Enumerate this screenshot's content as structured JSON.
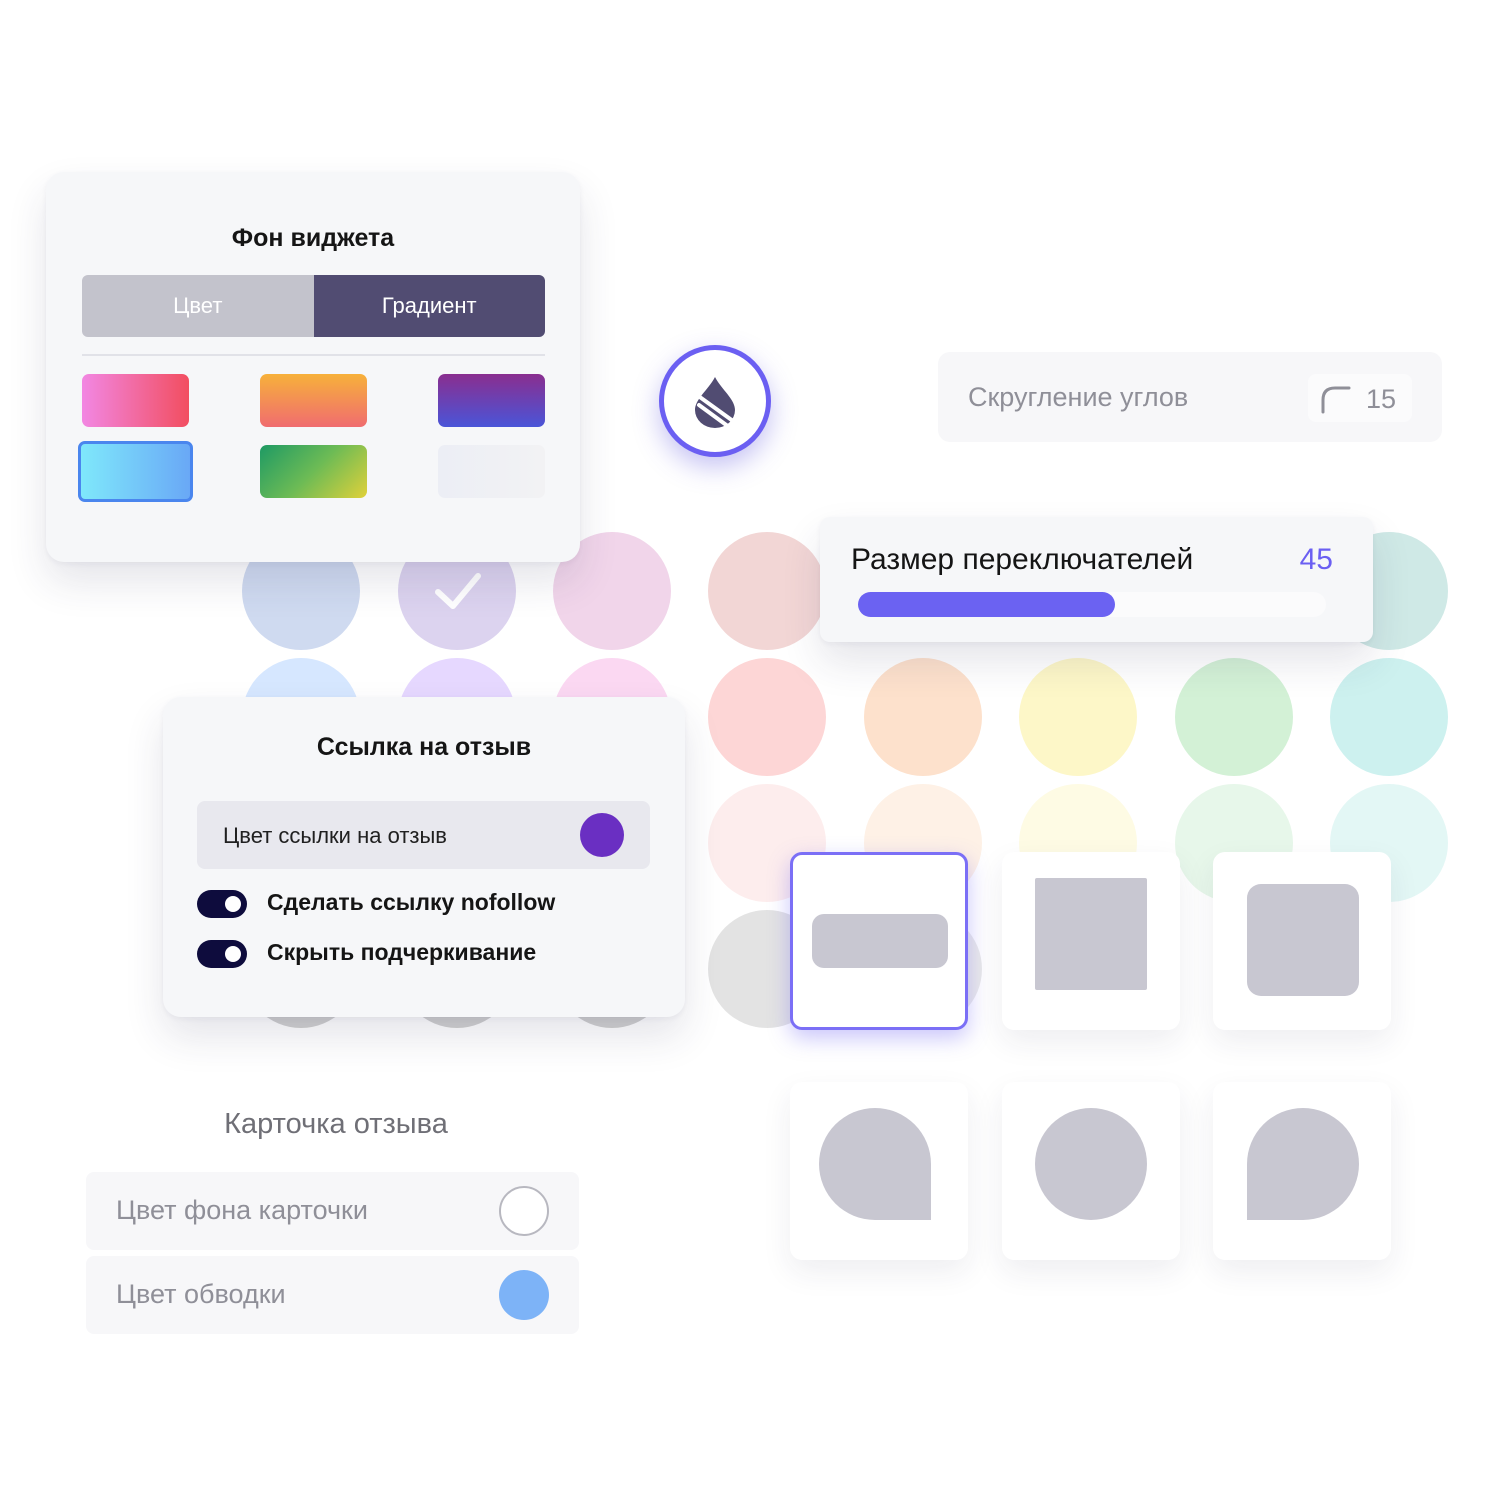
{
  "widget_bg": {
    "title": "Фон виджета",
    "tab_color": "Цвет",
    "tab_gradient": "Градиент",
    "active_tab": "Градиент",
    "swatches": [
      {
        "name": "pink-red",
        "from": "#f287e3",
        "to": "#f24e60"
      },
      {
        "name": "orange",
        "from": "#f7b13a",
        "to": "#f06c6f"
      },
      {
        "name": "purple-blue",
        "from": "#8a2e8f",
        "to": "#4a55d8"
      },
      {
        "name": "cyan-blue",
        "from": "#7fe8fb",
        "to": "#69a8f6",
        "selected": true
      },
      {
        "name": "green-yellow",
        "from": "#1e9a64",
        "to": "#e0d13a"
      },
      {
        "name": "light-gray",
        "from": "#eceef5",
        "to": "#f2f2f4"
      }
    ]
  },
  "corner_rounding": {
    "label": "Скругление углов",
    "value": "15"
  },
  "switch_size": {
    "label": "Размер переключателей",
    "value": "45",
    "fraction": 0.55
  },
  "review_link": {
    "title": "Ссылка на отзыв",
    "color_label": "Цвет ссылки на отзыв",
    "color": "#6a2fc2",
    "toggles": [
      {
        "label": "Сделать ссылку nofollow",
        "on": true
      },
      {
        "label": "Скрыть подчеркивание",
        "on": true
      }
    ]
  },
  "review_card": {
    "title": "Карточка отзыва",
    "rows": [
      {
        "label": "Цвет фона карточки",
        "color": "#ffffff"
      },
      {
        "label": "Цвет обводки",
        "color": "#7db3f7"
      }
    ]
  },
  "colors": {
    "accent": "#6b5ff2",
    "dark_tab": "#514c72",
    "toggle": "#0e0c3d"
  },
  "icons": {
    "drop_button": "drop-icon",
    "rounding": "corner-radius-icon",
    "palette_selected": "check-icon"
  }
}
